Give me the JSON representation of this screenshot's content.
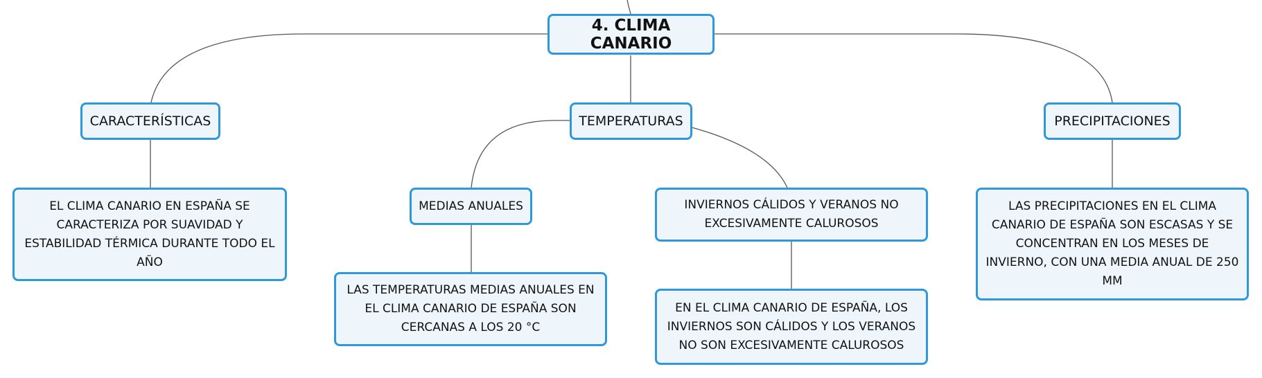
{
  "colors": {
    "node_border": "#2f97dc",
    "node_fill": "#eef6fc",
    "connector": "#555555"
  },
  "root": {
    "label": "4. CLIMA CANARIO"
  },
  "branches": {
    "caracteristicas": {
      "label": "CARACTERÍSTICAS",
      "detail": "EL CLIMA CANARIO EN ESPAÑA SE CARACTERIZA POR SUAVIDAD Y ESTABILIDAD TÉRMICA DURANTE TODO EL AÑO"
    },
    "temperaturas": {
      "label": "TEMPERATURAS",
      "medias": {
        "label": "MEDIAS ANUALES",
        "detail": "LAS TEMPERATURAS MEDIAS ANUALES EN EL CLIMA CANARIO DE ESPAÑA SON CERCANAS A LOS 20 °C"
      },
      "inviernos": {
        "label": "INVIERNOS CÁLIDOS Y VERANOS NO EXCESIVAMENTE CALUROSOS",
        "detail": "EN EL CLIMA CANARIO DE ESPAÑA, LOS INVIERNOS SON CÁLIDOS Y LOS VERANOS NO SON EXCESIVAMENTE CALUROSOS"
      }
    },
    "precipitaciones": {
      "label": "PRECIPITACIONES",
      "detail": "LAS PRECIPITACIONES EN EL CLIMA CANARIO DE ESPAÑA SON ESCASAS Y SE CONCENTRAN EN LOS MESES DE INVIERNO, CON UNA MEDIA ANUAL DE 250 MM"
    }
  }
}
